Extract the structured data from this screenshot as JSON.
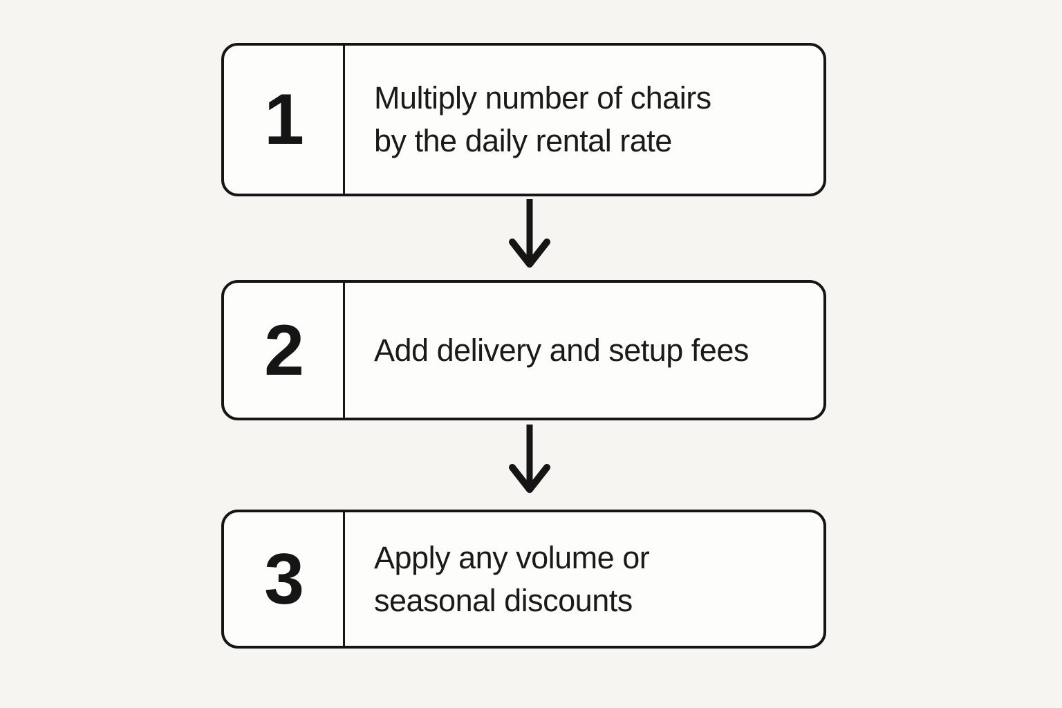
{
  "diagram": {
    "type": "flowchart",
    "direction": "top-to-bottom",
    "background_color": "#f6f5f2",
    "box_background_color": "#fdfdfc",
    "line_color": "#151515",
    "text_color": "#1a1a1a",
    "steps": [
      {
        "number": "1",
        "label": "Multiply number of chairs by the daily rental rate",
        "lines": [
          "Multiply number of chairs",
          "by the daily rental rate"
        ]
      },
      {
        "number": "2",
        "label": "Add delivery and setup fees",
        "lines": [
          "Add delivery and setup fees",
          ""
        ]
      },
      {
        "number": "3",
        "label": "Apply any volume or seasonal discounts",
        "lines": [
          "Apply any volume or",
          "seasonal discounts"
        ]
      }
    ],
    "connectors": [
      {
        "from": "step-1",
        "to": "step-2",
        "style": "down-arrow"
      },
      {
        "from": "step-2",
        "to": "step-3",
        "style": "down-arrow"
      }
    ]
  }
}
